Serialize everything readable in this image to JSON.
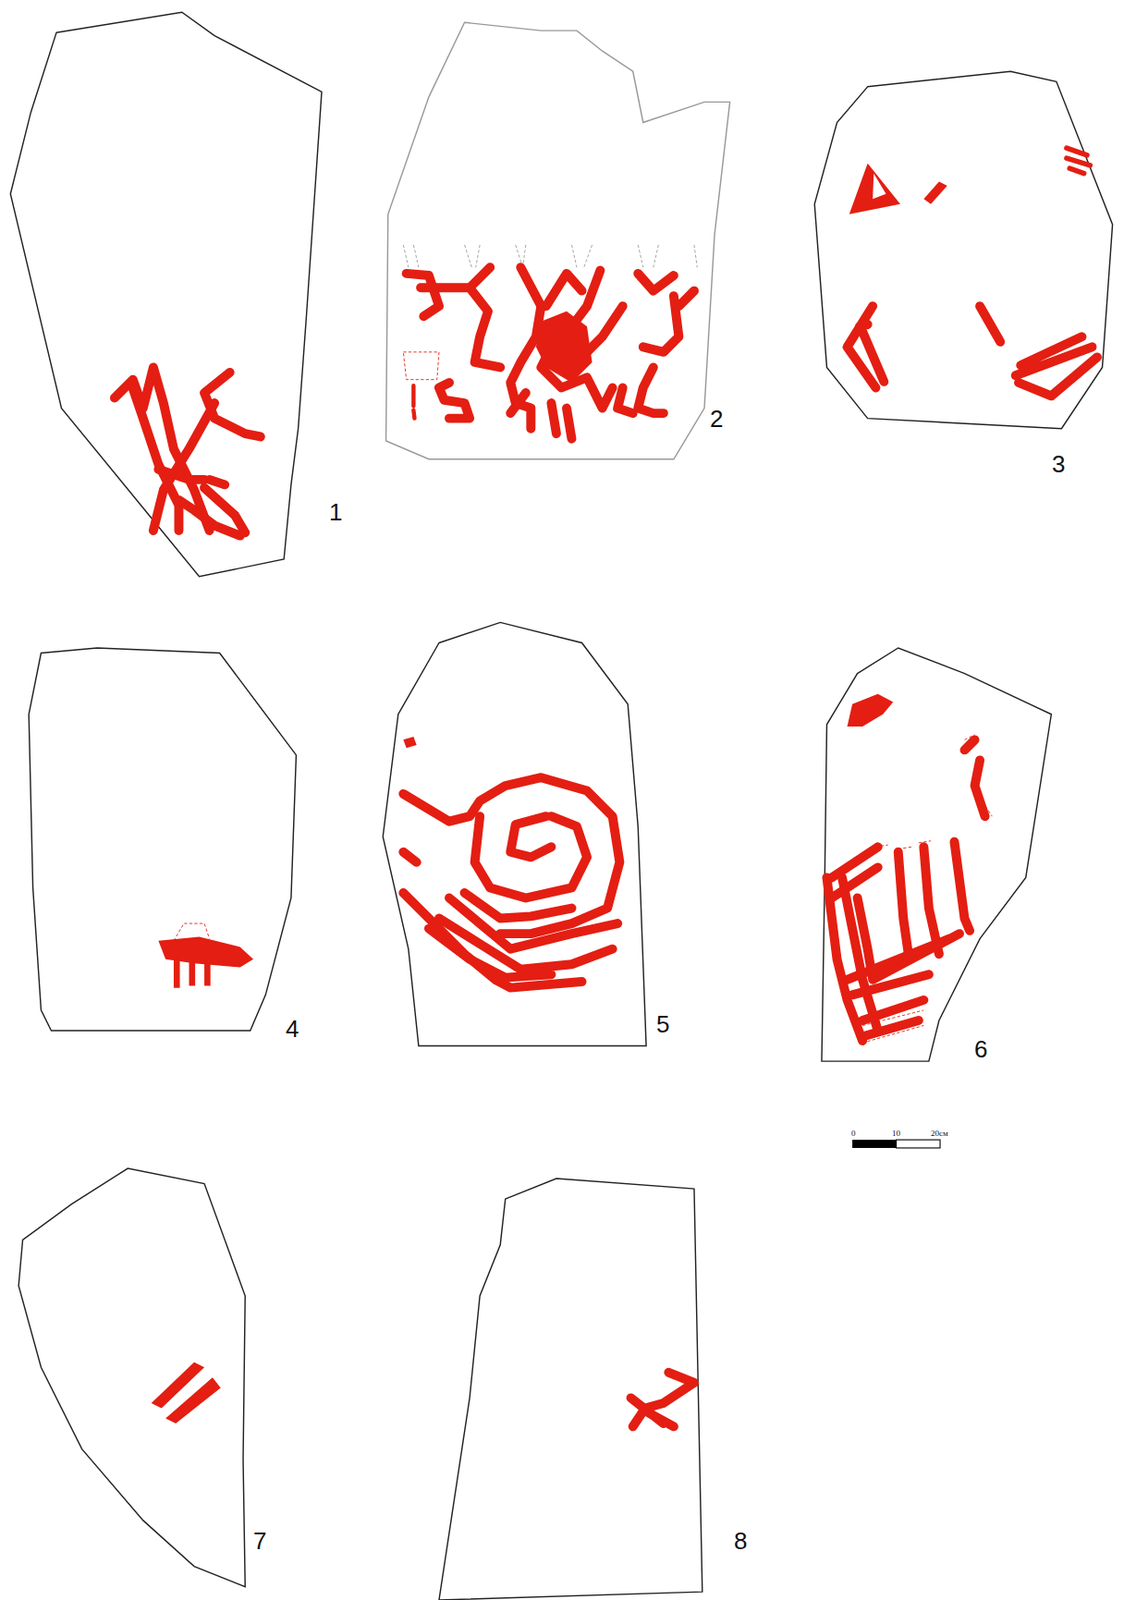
{
  "diagram": {
    "labels": [
      "1",
      "2",
      "3",
      "4",
      "5",
      "6",
      "7",
      "8",
      "0",
      "10",
      "20см"
    ]
  }
}
